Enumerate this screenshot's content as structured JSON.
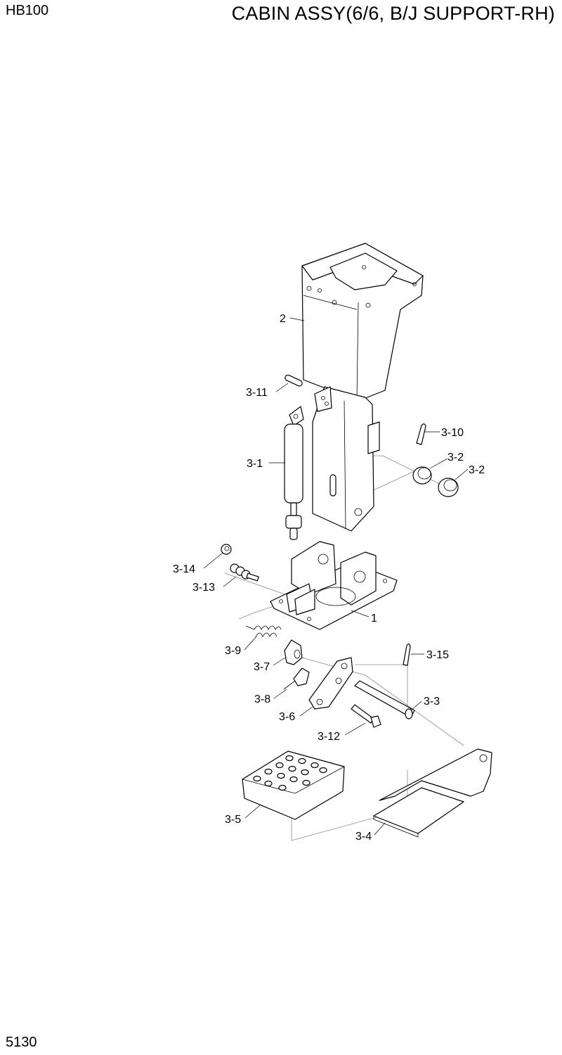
{
  "header": {
    "model": "HB100",
    "title": "CABIN ASSY(6/6, B/J SUPPORT-RH)"
  },
  "footer": {
    "page_number": "5130"
  },
  "callouts": [
    {
      "id": "c-2",
      "label": "2"
    },
    {
      "id": "c-3-11",
      "label": "3-11"
    },
    {
      "id": "c-3-1",
      "label": "3-1"
    },
    {
      "id": "c-3-10",
      "label": "3-10"
    },
    {
      "id": "c-3-2a",
      "label": "3-2"
    },
    {
      "id": "c-3-2b",
      "label": "3-2"
    },
    {
      "id": "c-3-14",
      "label": "3-14"
    },
    {
      "id": "c-3-13",
      "label": "3-13"
    },
    {
      "id": "c-1",
      "label": "1"
    },
    {
      "id": "c-3-9",
      "label": "3-9"
    },
    {
      "id": "c-3-7",
      "label": "3-7"
    },
    {
      "id": "c-3-15",
      "label": "3-15"
    },
    {
      "id": "c-3-8",
      "label": "3-8"
    },
    {
      "id": "c-3-3",
      "label": "3-3"
    },
    {
      "id": "c-3-6",
      "label": "3-6"
    },
    {
      "id": "c-3-12",
      "label": "3-12"
    },
    {
      "id": "c-3-5",
      "label": "3-5"
    },
    {
      "id": "c-3-4",
      "label": "3-4"
    }
  ]
}
